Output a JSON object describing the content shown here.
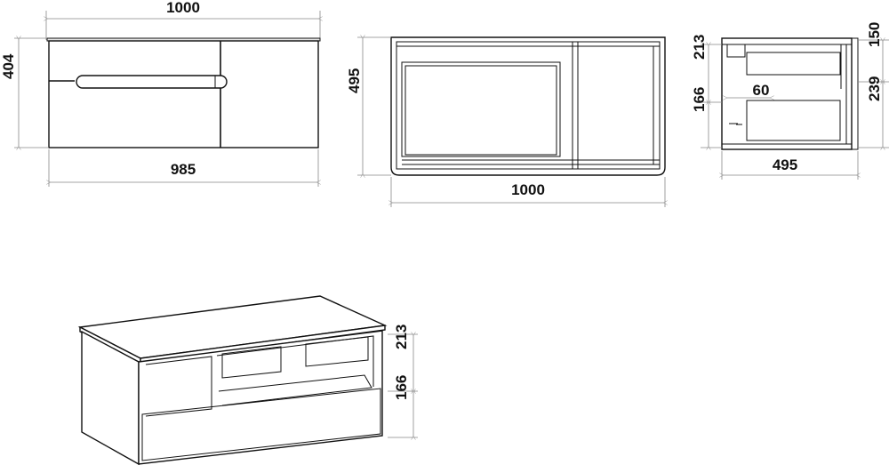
{
  "front_view": {
    "width_top": "1000",
    "height": "404",
    "width_bottom": "985"
  },
  "plan_view": {
    "depth": "495",
    "width": "1000"
  },
  "side_view": {
    "upper_drawer": "213",
    "lower_drawer": "166",
    "offset": "60",
    "right_upper": "150",
    "right_lower": "239",
    "depth": "495"
  },
  "iso_view": {
    "upper_drawer": "213",
    "lower_drawer": "166"
  }
}
